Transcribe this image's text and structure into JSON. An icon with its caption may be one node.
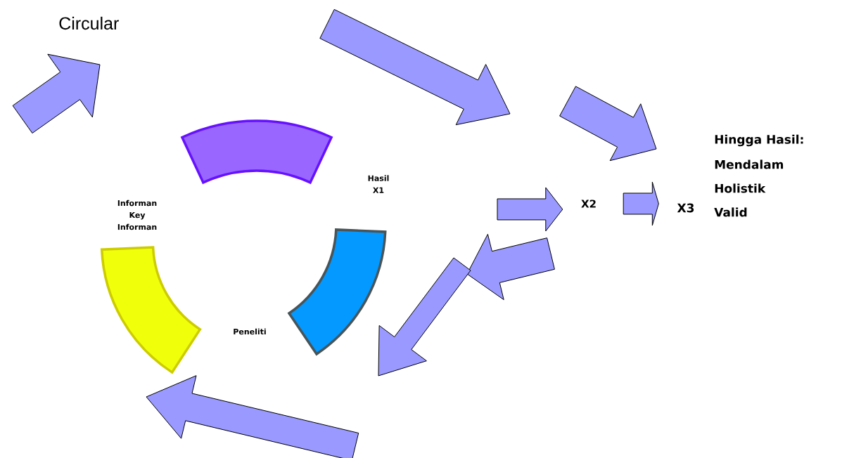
{
  "diagram": {
    "nodes": [
      {
        "text": [],
        "shape": "band"
      },
      {
        "text": [],
        "shape": "band"
      },
      {
        "text": [],
        "shape": "band"
      },
      {
        "text": [
          "X2"
        ]
      },
      {
        "text": [
          "X3"
        ]
      }
    ],
    "edges": [
      {
        "from": null,
        "to": 3,
        "arrow": "to"
      },
      {
        "from": 3,
        "to": 4,
        "arrow": "to"
      }
    ],
    "labels": [
      "Circular",
      "Informan Key Informan",
      "Hasil X1",
      "Peneliti",
      "Hingga Hasil:",
      "Mendalam",
      "Holistik",
      "Valid"
    ]
  }
}
